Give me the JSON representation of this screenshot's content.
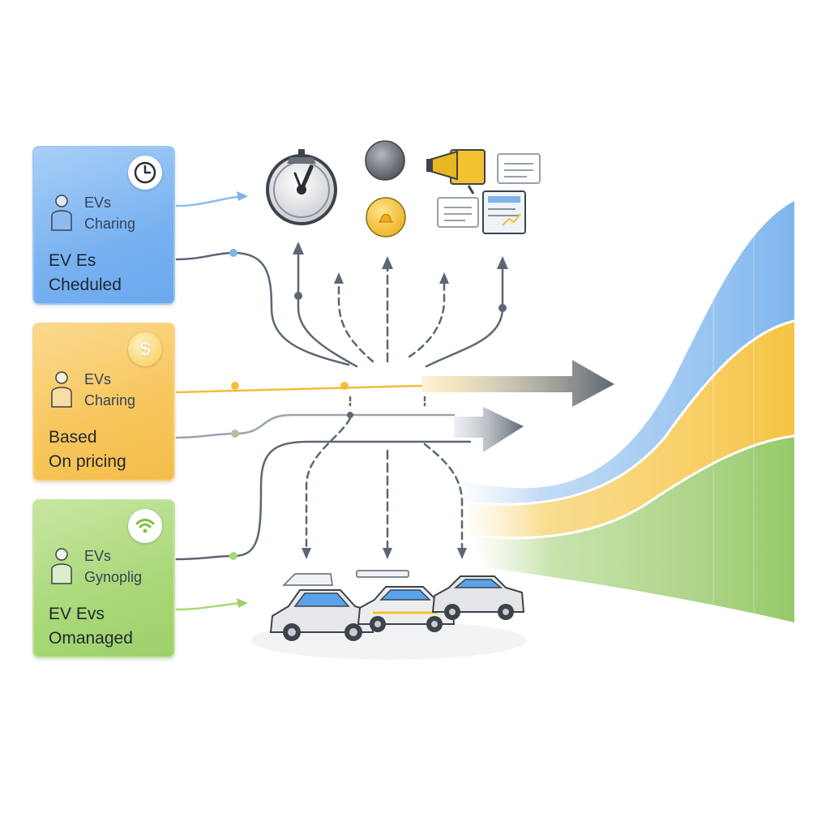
{
  "panels": [
    {
      "id": "scheduled",
      "color": "#79b2f0",
      "badge_icon": "clock-icon",
      "line1": "EVs",
      "line2": "Charing",
      "big1": "EV Es",
      "big2": "Cheduled"
    },
    {
      "id": "pricing",
      "color": "#f7c65b",
      "badge_icon": "dollar-icon",
      "badge_text": "$",
      "line1": "EVs",
      "line2": "Charing",
      "big1": "Based",
      "big2": "On pricing"
    },
    {
      "id": "managed",
      "color": "#a9d878",
      "badge_icon": "wifi-icon",
      "line1": "EVs",
      "line2": "Gynoplig",
      "big1": "EV Evs",
      "big2": "Omanaged"
    }
  ],
  "top_icons": [
    "stopwatch-icon",
    "gray-circle-icon",
    "yellow-bell-icon",
    "megaphone-icon",
    "chat-bubble-icon",
    "document-icon"
  ],
  "vehicles": [
    "suv-icon",
    "sedan-icon",
    "hatchback-icon"
  ],
  "curve_colors": {
    "blue": "#7fb6ee",
    "yellow": "#f6c445",
    "green": "#97c96a"
  },
  "arrow_color": "#56606e"
}
